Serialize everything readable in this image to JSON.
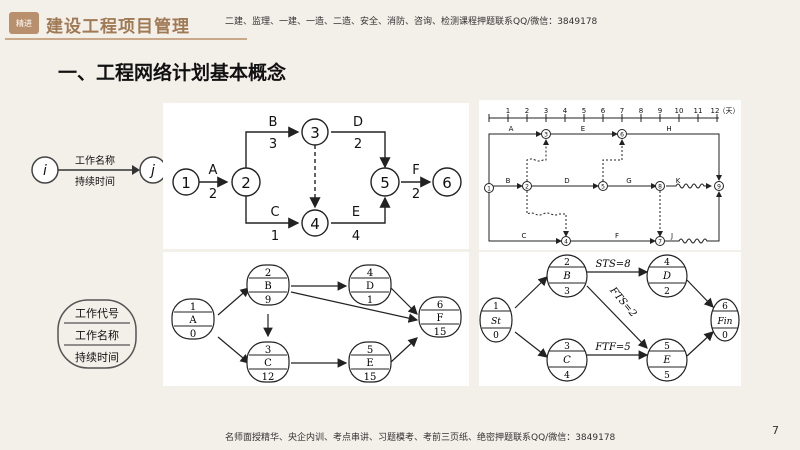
{
  "header": {
    "logo_text": "精进",
    "title": "建设工程项目管理",
    "info": "二建、监理、一建、一造、二造、安全、消防、咨询、检测课程押题联系QQ/微信：3849178"
  },
  "section_title": "一、工程网络计划基本概念",
  "legend_aoa": {
    "start": "i",
    "end": "j",
    "name": "工作名称",
    "duration": "持续时间"
  },
  "legend_aon": {
    "code": "工作代号",
    "name": "工作名称",
    "duration": "持续时间"
  },
  "aoa_network": {
    "nodes": [
      "1",
      "2",
      "3",
      "4",
      "5",
      "6"
    ],
    "activities": [
      {
        "name": "A",
        "duration": "2"
      },
      {
        "name": "B",
        "duration": "3"
      },
      {
        "name": "C",
        "duration": "1"
      },
      {
        "name": "D",
        "duration": "2"
      },
      {
        "name": "E",
        "duration": "4"
      },
      {
        "name": "F",
        "duration": "2"
      }
    ]
  },
  "timescale_network": {
    "scale": [
      "1",
      "2",
      "3",
      "4",
      "5",
      "6",
      "7",
      "8",
      "9",
      "10",
      "11",
      "12"
    ],
    "unit": "（天）",
    "nodes": [
      "1",
      "2",
      "3",
      "4",
      "5",
      "6",
      "7",
      "8",
      "9"
    ],
    "activities": [
      "A",
      "B",
      "C",
      "D",
      "E",
      "F",
      "G",
      "H",
      "J",
      "K"
    ]
  },
  "aon_network": {
    "nodes": [
      {
        "code": "1",
        "name": "A",
        "duration": "0"
      },
      {
        "code": "2",
        "name": "B",
        "duration": "9"
      },
      {
        "code": "3",
        "name": "C",
        "duration": "12"
      },
      {
        "code": "4",
        "name": "D",
        "duration": "1"
      },
      {
        "code": "5",
        "name": "E",
        "duration": "15"
      },
      {
        "code": "6",
        "name": "F",
        "duration": "15"
      }
    ]
  },
  "lag_network": {
    "nodes": [
      {
        "code": "1",
        "name": "St",
        "duration": "0"
      },
      {
        "code": "2",
        "name": "B",
        "duration": "3"
      },
      {
        "code": "3",
        "name": "C",
        "duration": "4"
      },
      {
        "code": "4",
        "name": "D",
        "duration": "2"
      },
      {
        "code": "5",
        "name": "E",
        "duration": "5"
      },
      {
        "code": "6",
        "name": "Fin",
        "duration": "0"
      }
    ],
    "relations": [
      "STS=8",
      "FTS=2",
      "FTF=5"
    ]
  },
  "page_number": "7",
  "footer": "名师面授精华、央企内训、考点串讲、习题模考、考前三页纸、绝密押题联系QQ/微信：3849178"
}
